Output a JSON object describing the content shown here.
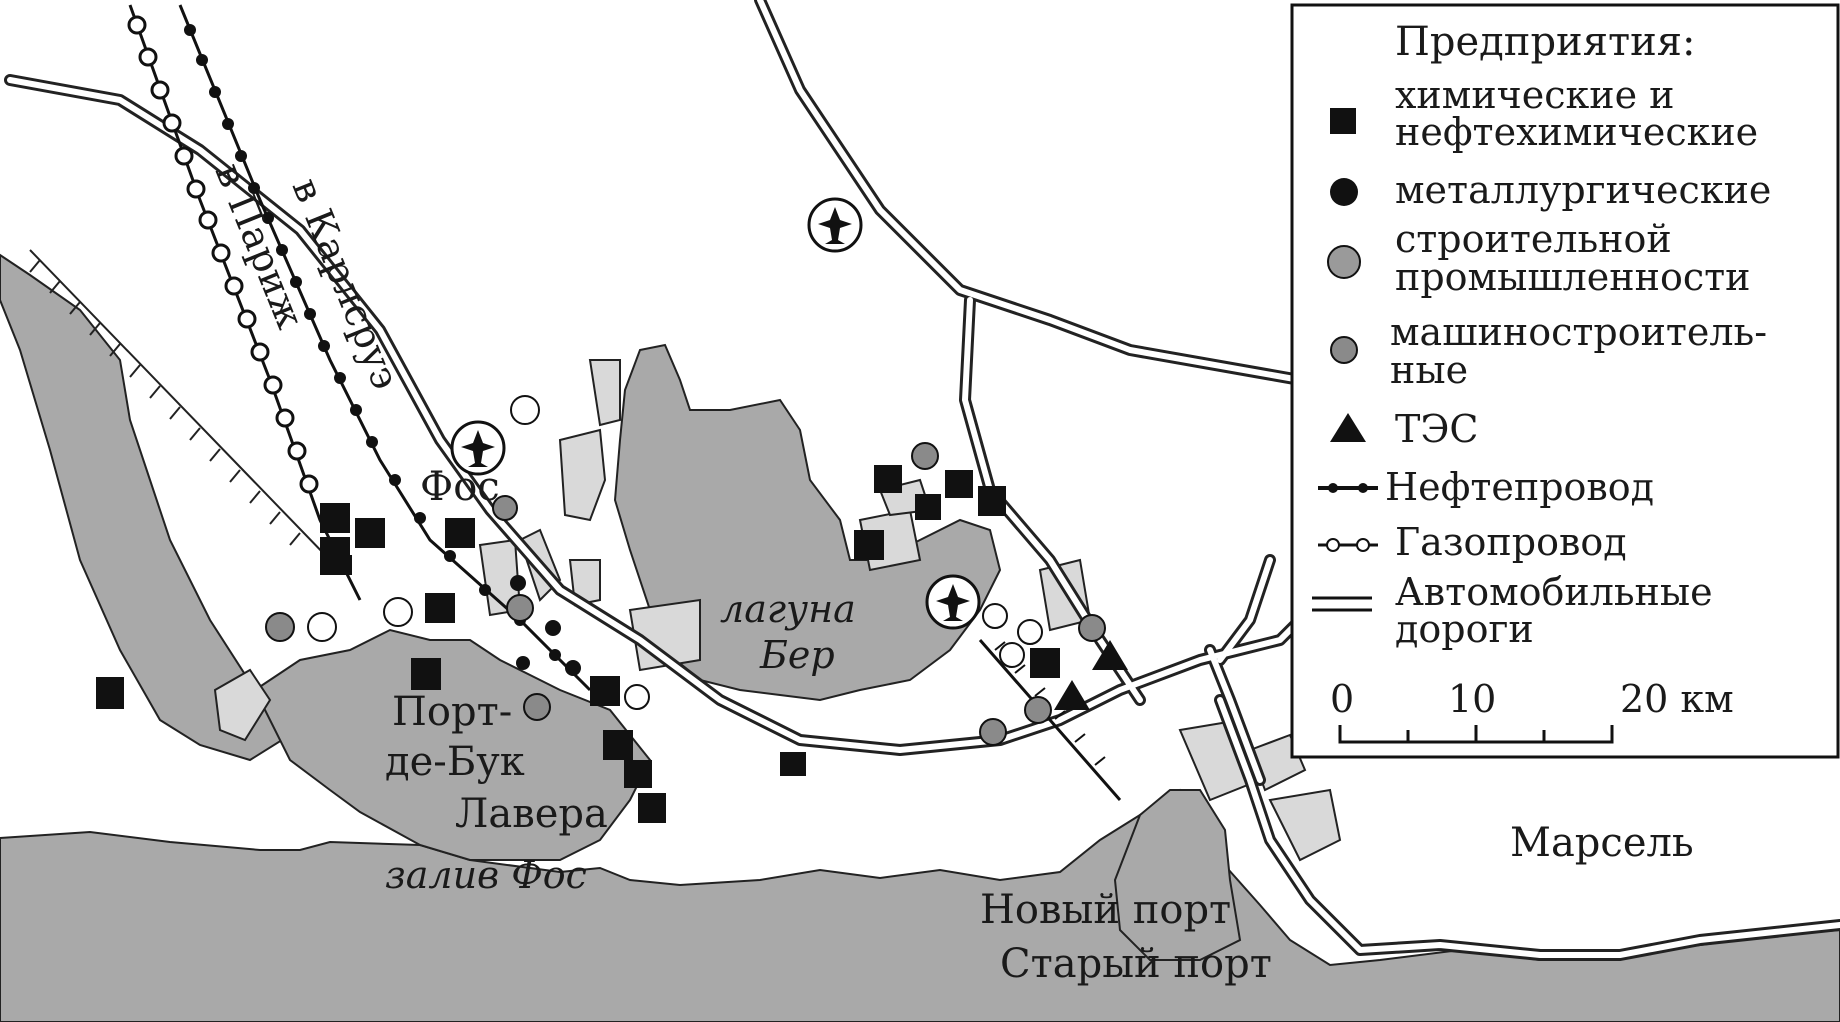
{
  "labels": {
    "fos": "Фос",
    "port_de_buk_1": "Порт-",
    "port_de_buk_2": "де-Бук",
    "lavera": "Лавера",
    "gulf": "залив Фос",
    "lagoon_1": "лагуна",
    "lagoon_2": "Бер",
    "new_port": "Новый порт",
    "old_port": "Старый порт",
    "marseille": "Марсель",
    "to_paris": "в Париж",
    "to_karlsruhe": "в Карлсруэ"
  },
  "legend": {
    "title": "Предприятия:",
    "chem_1": "химические и",
    "chem_2": "нефтехимические",
    "metal": "металлургические",
    "build_1": "строительной",
    "build_2": "промышленности",
    "mach_1": "машиностроитель-",
    "mach_2": "ные",
    "tes": "ТЭС",
    "oil": "Нефтепровод",
    "gas": "Газопровод",
    "roads_1": "Автомобильные",
    "roads_2": "дороги"
  },
  "scale": {
    "t0": "0",
    "t10": "10",
    "t20": "20 км"
  },
  "colors": {
    "water": "#a9a9a9",
    "industrial": "#d9d9d9",
    "ink": "#111111",
    "building_symbol": "#9a9a9a",
    "machine_symbol": "#8a8a8a"
  }
}
